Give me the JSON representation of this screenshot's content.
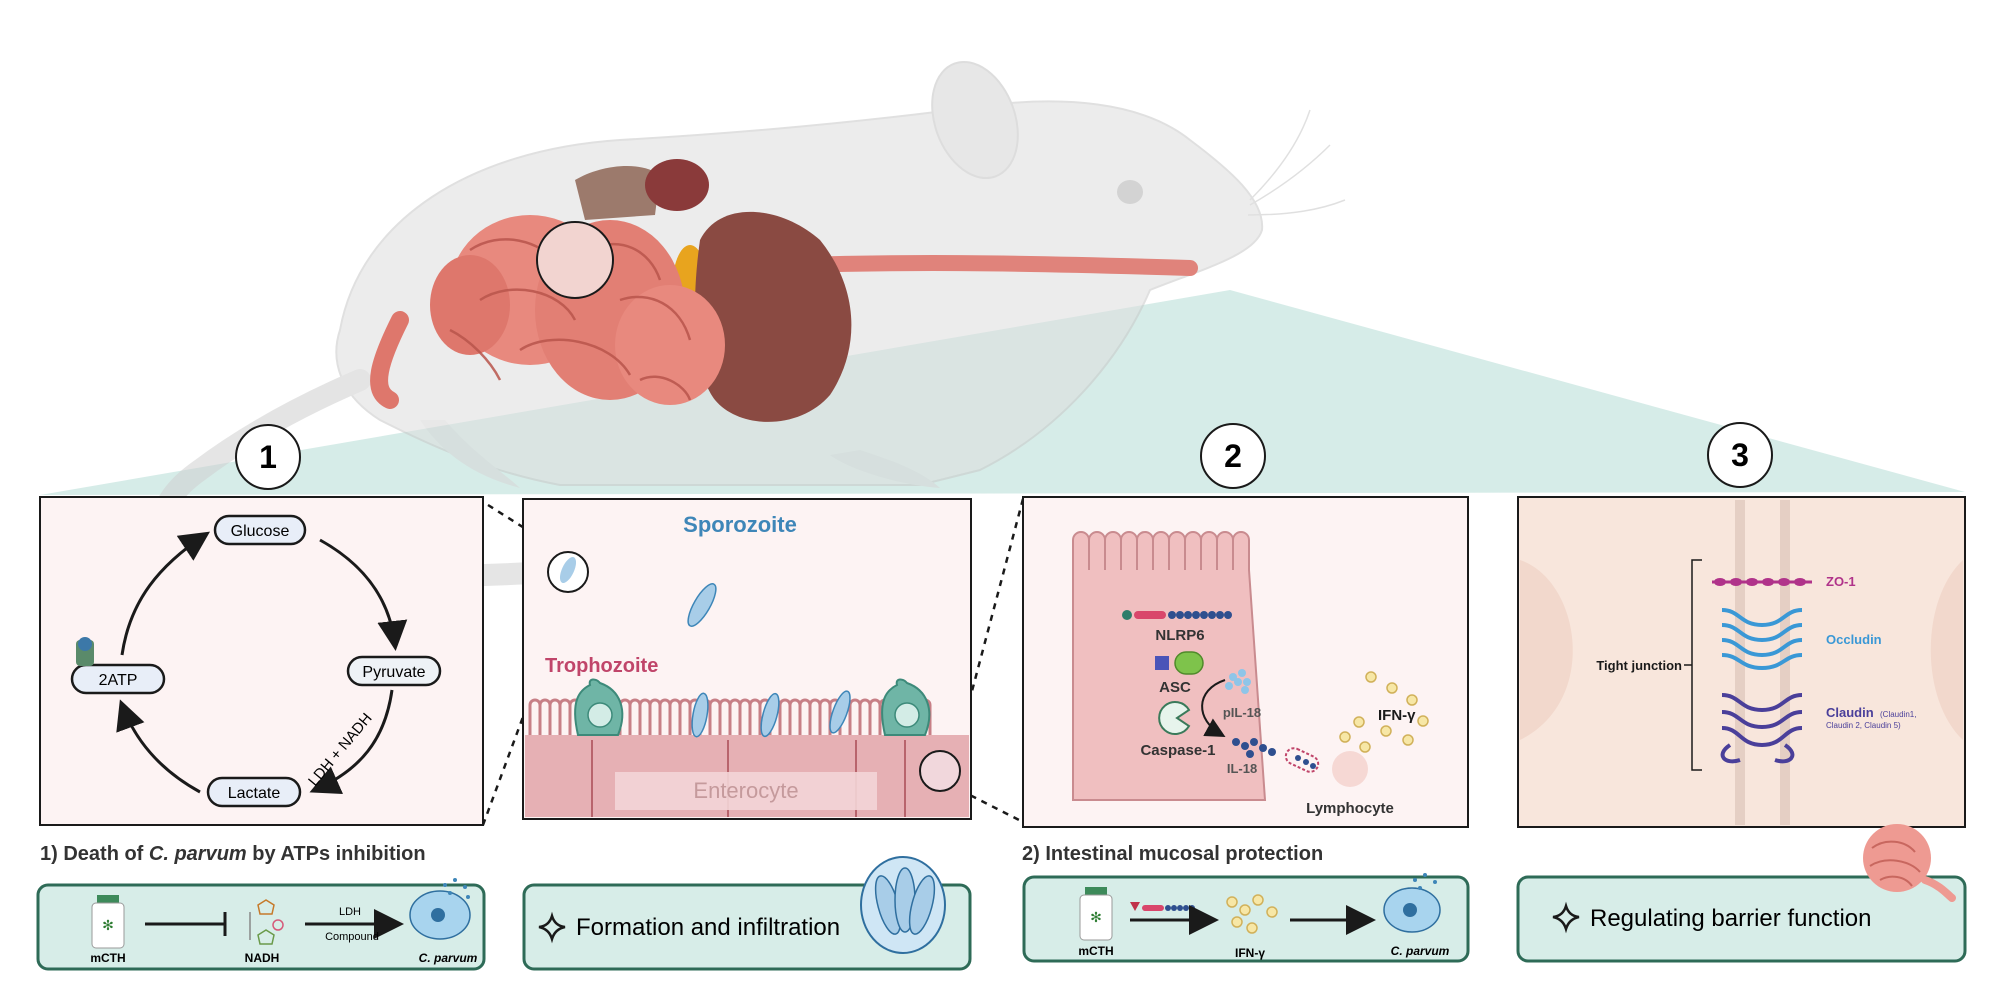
{
  "panels": {
    "p1": {
      "number": "1",
      "glucose": "Glucose",
      "pyruvate": "Pyruvate",
      "lactate": "Lactate",
      "atp": "2ATP",
      "enzyme": "LDH + NADH"
    },
    "p_mid": {
      "sporozoite": "Sporozoite",
      "trophozoite": "Trophozoite",
      "enterocyte": "Enterocyte"
    },
    "p2": {
      "number": "2",
      "nlrp6": "NLRP6",
      "asc": "ASC",
      "caspase": "Caspase-1",
      "pil18": "pIL-18",
      "il18": "IL-18",
      "ifng": "IFN-γ",
      "lymphocyte": "Lymphocyte"
    },
    "p3": {
      "number": "3",
      "tight_junction": "Tight junction",
      "zo1": "ZO-1",
      "occludin": "Occludin",
      "claudin": "Claudin",
      "claudin_note_1": "(Claudin1,",
      "claudin_note_2": "Claudin 2, Claudin 5)"
    }
  },
  "captions": {
    "c1_prefix": "1) Death of ",
    "c1_italic": "C. parvum",
    "c1_suffix": " by ATPs inhibition",
    "c2": "2) Intestinal mucosal protection"
  },
  "boxes": {
    "b1": {
      "mcth": "mCTH",
      "nadh": "NADH",
      "ldh": "LDH",
      "compound": "Compound",
      "target": "C. parvum"
    },
    "b2": {
      "label": "Formation and infiltration"
    },
    "b3": {
      "mcth": "mCTH",
      "ifng": "IFN-γ",
      "target": "C. parvum"
    },
    "b4": {
      "label": "Regulating barrier function"
    }
  },
  "colors": {
    "panel_border": "#1a1a1a",
    "box_border": "#2e6b57",
    "box_fill": "#d7ede8",
    "teal_wedge": "#cfe9e4",
    "sporozoite": "#3e86b8",
    "trophozoite": "#c0456a",
    "zo1": "#b0338a",
    "occludin": "#3a98d6",
    "claudin": "#4a3f9a"
  }
}
